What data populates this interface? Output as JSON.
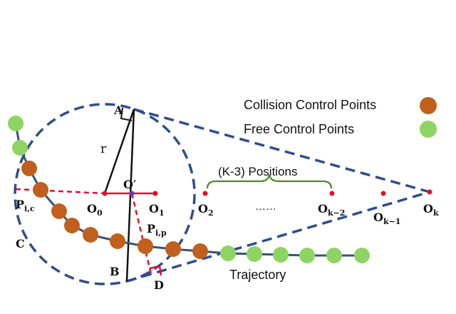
{
  "legend": {
    "collision_label": "Collision Control Points",
    "free_label": "Free Control Points"
  },
  "labels": {
    "A": "A",
    "B": "B",
    "C": "C",
    "D": "D",
    "r": "r",
    "O_prime": "O′",
    "O0_base": "O",
    "O0_sub": "0",
    "O1_base": "O",
    "O1_sub": "1",
    "O2_base": "O",
    "O2_sub": "2",
    "Ok2_base": "O",
    "Ok2_sub": "k−2",
    "Ok1_base": "O",
    "Ok1_sub": "k−1",
    "Ok_base": "O",
    "Ok_sub": "k",
    "Pic_base": "P",
    "Pic_sub": "i,c",
    "Pip_base": "P",
    "Pip_sub": "i,p",
    "positions": "(K-3) Positions",
    "dots": "……",
    "trajectory": "Trajectory"
  },
  "colors": {
    "collision_point": "#c0601c",
    "free_point": "#8ed462",
    "trajectory_line": "#3a4f7a",
    "dashed_blue": "#2f4d8f",
    "red": "#e0102a",
    "brace": "#4a8a2a",
    "black": "#111111"
  }
}
